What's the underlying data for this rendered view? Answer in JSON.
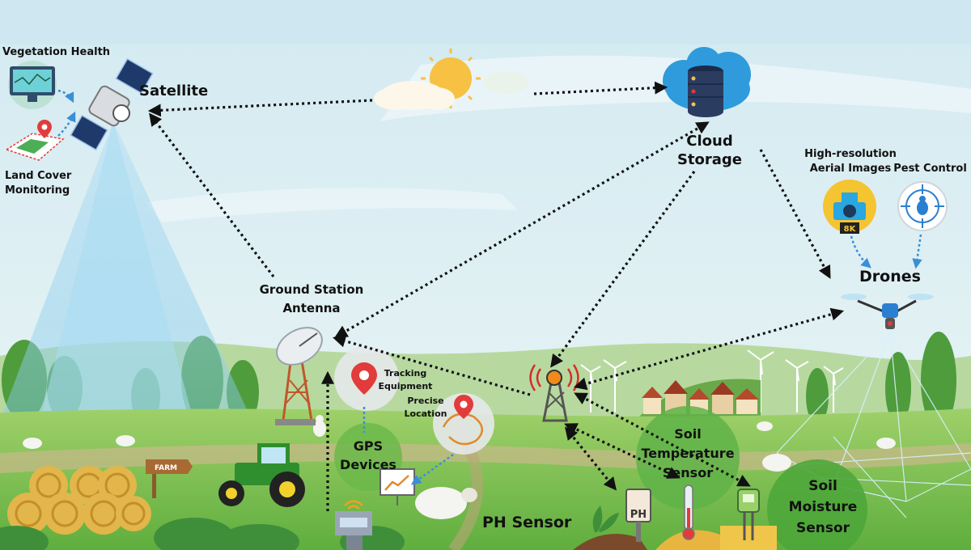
{
  "labels": {
    "vegetation_health": "Vegetation Health",
    "land_cover_line1": "Land Cover",
    "land_cover_line2": "Monitoring",
    "satellite": "Satellite",
    "cloud_line1": "Cloud",
    "cloud_line2": "Storage",
    "high_res_line1": "High-resolution",
    "high_res_line2": "Aerial Images",
    "pest_control": "Pest Control",
    "drones": "Drones",
    "ground_station_line1": "Ground Station",
    "ground_station_line2": "Antenna",
    "tracking_line1": "Tracking",
    "tracking_line2": "Equipment",
    "precise_line1": "Precise",
    "precise_line2": "Location",
    "gps_line1": "GPS",
    "gps_line2": "Devices",
    "soil_temp_line1": "Soil",
    "soil_temp_line2": "Temperature",
    "soil_temp_line3": "Sensor",
    "ph_sensor": "PH Sensor",
    "soil_moist_line1": "Soil",
    "soil_moist_line2": "Moisture",
    "soil_moist_line3": "Sensor",
    "farm_sign": "FARM",
    "ph_badge": "PH",
    "camera_badge": "8K"
  },
  "colors": {
    "sky": "#d8edf3",
    "grass": "#7cc24e",
    "arrow": "#111111",
    "beam": "#9fd4ee",
    "soil_bubble": "#5fb348"
  }
}
